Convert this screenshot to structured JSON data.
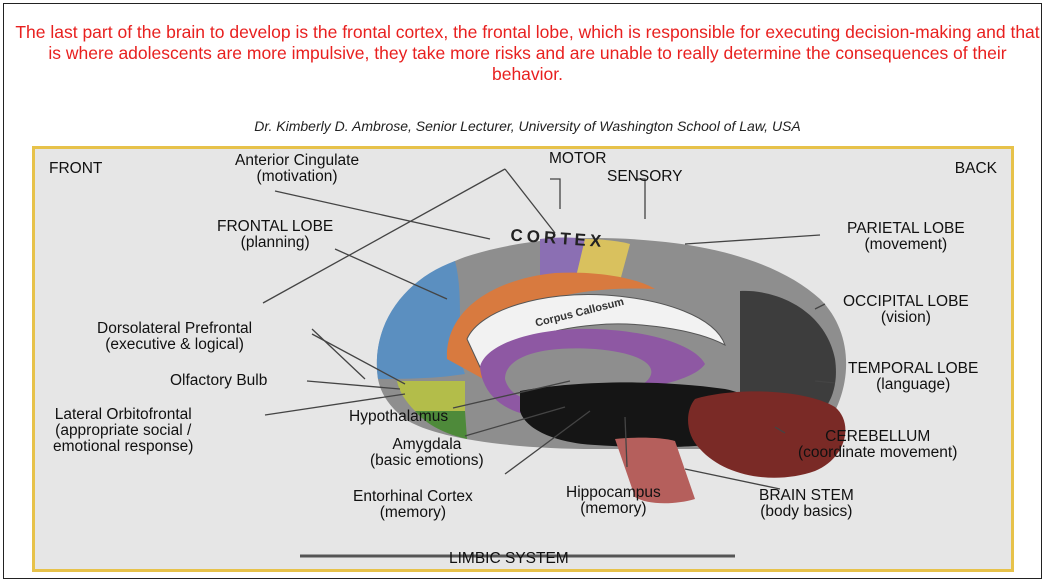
{
  "quote": {
    "text": "The last part of the brain to develop is the frontal cortex, the frontal lobe, which is responsible for executing decision-making and that is where adolescents are more impulsive, they take more risks and are unable to really determine the consequences of their behavior.",
    "color": "#e8201f"
  },
  "citation": "Dr. Kimberly D. Ambrose, Senior Lecturer, University of Washington School of Law, USA",
  "diagram": {
    "border_color": "#e7c24a",
    "corner_labels": {
      "front": "FRONT",
      "back": "BACK"
    },
    "brain_text": {
      "cortex": "CORTEX",
      "corpus_callosum": "Corpus Callosum"
    },
    "labels": {
      "anterior_cingulate": {
        "name": "Anterior Cingulate",
        "function": "(motivation)"
      },
      "motor": {
        "name": "MOTOR"
      },
      "sensory": {
        "name": "SENSORY"
      },
      "frontal_lobe": {
        "name": "FRONTAL LOBE",
        "function": "(planning)"
      },
      "parietal_lobe": {
        "name": "PARIETAL LOBE",
        "function": "(movement)"
      },
      "occipital_lobe": {
        "name": "OCCIPITAL LOBE",
        "function": "(vision)"
      },
      "dorsolateral_prefrontal": {
        "name": "Dorsolateral Prefrontal",
        "function": "(executive & logical)"
      },
      "temporal_lobe": {
        "name": "TEMPORAL LOBE",
        "function": "(language)"
      },
      "olfactory_bulb": {
        "name": "Olfactory Bulb"
      },
      "lateral_orbitofrontal": {
        "name": "Lateral Orbitofrontal",
        "function1": "(appropriate social /",
        "function2": "emotional response)"
      },
      "hypothalamus": {
        "name": "Hypothalamus"
      },
      "amygdala": {
        "name": "Amygdala",
        "function": "(basic emotions)"
      },
      "cerebellum": {
        "name": "CEREBELLUM",
        "function": "(coordinate movement)"
      },
      "entorhinal_cortex": {
        "name": "Entorhinal Cortex",
        "function": "(memory)"
      },
      "hippocampus": {
        "name": "Hippocampus",
        "function": "(memory)"
      },
      "brain_stem": {
        "name": "BRAIN STEM",
        "function": "(body basics)"
      },
      "limbic_system": {
        "name": "LIMBIC SYSTEM"
      }
    }
  }
}
